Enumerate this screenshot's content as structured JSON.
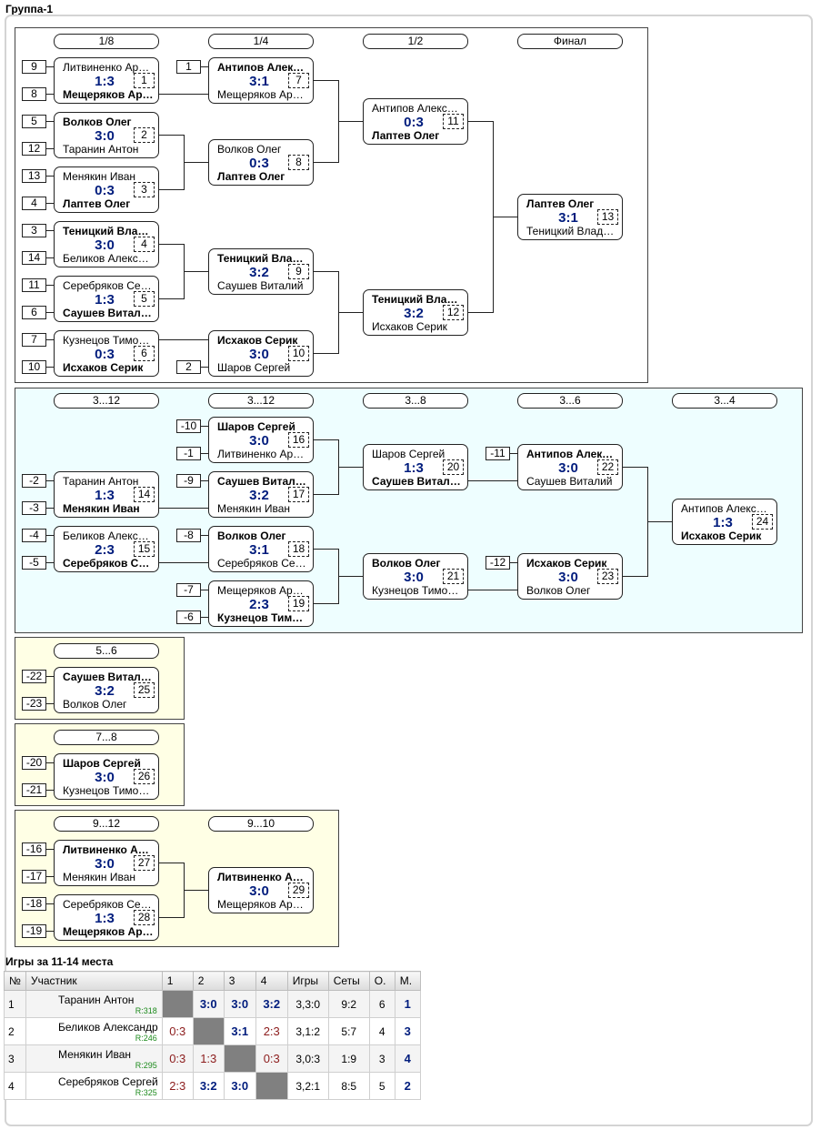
{
  "group_title": "Группа-1",
  "rounds": {
    "r1_8": "1/8",
    "r1_4": "1/4",
    "r1_2": "1/2",
    "final": "Финал",
    "c3_12a": "3...12",
    "c3_12b": "3...12",
    "c3_8": "3...8",
    "c3_6": "3...6",
    "c3_4": "3...4",
    "c5_6": "5...6",
    "c7_8": "7...8",
    "c9_12": "9...12",
    "c9_10": "9...10"
  },
  "seeds": {
    "s9": "9",
    "s8": "8",
    "s5": "5",
    "s12": "12",
    "s13": "13",
    "s4": "4",
    "s3": "3",
    "s14": "14",
    "s11": "11",
    "s6": "6",
    "s7": "7",
    "s10": "10",
    "s1": "1",
    "s2": "2",
    "n10": "-10",
    "n1": "-1",
    "n9": "-9",
    "n2": "-2",
    "n3": "-3",
    "n4": "-4",
    "n5": "-5",
    "n8": "-8",
    "n7": "-7",
    "n6": "-6",
    "n11": "-11",
    "n12": "-12",
    "n22": "-22",
    "n23": "-23",
    "n20": "-20",
    "n21": "-21",
    "n16": "-16",
    "n17": "-17",
    "n18": "-18",
    "n19": "-19"
  },
  "matches": {
    "m1": {
      "p1": "Литвиненко Аркадий",
      "p2": "Мещеряков Аркадий",
      "score": "1:3",
      "num": "1"
    },
    "m2": {
      "p1": "Волков Олег",
      "p2": "Таранин Антон",
      "score": "3:0",
      "num": "2"
    },
    "m3": {
      "p1": "Менякин Иван",
      "p2": "Лаптев Олег",
      "score": "0:3",
      "num": "3"
    },
    "m4": {
      "p1": "Теницкий Владимир",
      "p2": "Беликов Александр",
      "score": "3:0",
      "num": "4"
    },
    "m5": {
      "p1": "Серебряков Сергей",
      "p2": "Саушев Виталий",
      "score": "1:3",
      "num": "5"
    },
    "m6": {
      "p1": "Кузнецов Тимофей",
      "p2": "Исхаков Серик",
      "score": "0:3",
      "num": "6"
    },
    "m7": {
      "p1": "Антипов Александр",
      "p2": "Мещеряков Аркадий",
      "score": "3:1",
      "num": "7"
    },
    "m8": {
      "p1": "Волков Олег",
      "p2": "Лаптев Олег",
      "score": "0:3",
      "num": "8"
    },
    "m9": {
      "p1": "Теницкий Владимир",
      "p2": "Саушев Виталий",
      "score": "3:2",
      "num": "9"
    },
    "m10": {
      "p1": "Исхаков Серик",
      "p2": "Шаров Сергей",
      "score": "3:0",
      "num": "10"
    },
    "m11": {
      "p1": "Антипов Александр",
      "p2": "Лаптев Олег",
      "score": "0:3",
      "num": "11"
    },
    "m12": {
      "p1": "Теницкий Владимир",
      "p2": "Исхаков Серик",
      "score": "3:2",
      "num": "12"
    },
    "m13": {
      "p1": "Лаптев Олег",
      "p2": "Теницкий Владимир",
      "score": "3:1",
      "num": "13"
    },
    "m14": {
      "p1": "Таранин Антон",
      "p2": "Менякин Иван",
      "score": "1:3",
      "num": "14"
    },
    "m15": {
      "p1": "Беликов Александр",
      "p2": "Серебряков Сергей",
      "score": "2:3",
      "num": "15"
    },
    "m16": {
      "p1": "Шаров Сергей",
      "p2": "Литвиненко Аркадий",
      "score": "3:0",
      "num": "16"
    },
    "m17": {
      "p1": "Саушев Виталий",
      "p2": "Менякин Иван",
      "score": "3:2",
      "num": "17"
    },
    "m18": {
      "p1": "Волков Олег",
      "p2": "Серебряков Сергей",
      "score": "3:1",
      "num": "18"
    },
    "m19": {
      "p1": "Мещеряков Аркадий",
      "p2": "Кузнецов Тимофей",
      "score": "2:3",
      "num": "19"
    },
    "m20": {
      "p1": "Шаров Сергей",
      "p2": "Саушев Виталий",
      "score": "1:3",
      "num": "20"
    },
    "m21": {
      "p1": "Волков Олег",
      "p2": "Кузнецов Тимофей",
      "score": "3:0",
      "num": "21"
    },
    "m22": {
      "p1": "Антипов Александр",
      "p2": "Саушев Виталий",
      "score": "3:0",
      "num": "22"
    },
    "m23": {
      "p1": "Исхаков Серик",
      "p2": "Волков Олег",
      "score": "3:0",
      "num": "23"
    },
    "m24": {
      "p1": "Антипов Александр",
      "p2": "Исхаков Серик",
      "score": "1:3",
      "num": "24"
    },
    "m25": {
      "p1": "Саушев Виталий",
      "p2": "Волков Олег",
      "score": "3:2",
      "num": "25"
    },
    "m26": {
      "p1": "Шаров Сергей",
      "p2": "Кузнецов Тимофей",
      "score": "3:0",
      "num": "26"
    },
    "m27": {
      "p1": "Литвиненко Аркадий",
      "p2": "Менякин Иван",
      "score": "3:0",
      "num": "27"
    },
    "m28": {
      "p1": "Серебряков Сергей",
      "p2": "Мещеряков Аркадий",
      "score": "1:3",
      "num": "28"
    },
    "m29": {
      "p1": "Литвиненко Аркадий",
      "p2": "Мещеряков Аркадий",
      "score": "3:0",
      "num": "29"
    }
  },
  "table": {
    "title": "Игры за 11-14 места",
    "headers": [
      "№",
      "Участник",
      "1",
      "2",
      "3",
      "4",
      "Игры",
      "Сеты",
      "О.",
      "М."
    ],
    "rows": [
      {
        "n": "1",
        "name": "Таранин Антон",
        "rating": "R:318",
        "c1": "",
        "c2": "3:0",
        "c3": "3:0",
        "c4": "3:2",
        "games": "3,3:0",
        "sets": "9:2",
        "pts": "6",
        "place": "1"
      },
      {
        "n": "2",
        "name": "Беликов Александр",
        "rating": "R:246",
        "c1": "0:3",
        "c2": "",
        "c3": "3:1",
        "c4": "2:3",
        "games": "3,1:2",
        "sets": "5:7",
        "pts": "4",
        "place": "3"
      },
      {
        "n": "3",
        "name": "Менякин Иван",
        "rating": "R:295",
        "c1": "0:3",
        "c2": "1:3",
        "c3": "",
        "c4": "0:3",
        "games": "3,0:3",
        "sets": "1:9",
        "pts": "3",
        "place": "4"
      },
      {
        "n": "4",
        "name": "Серебряков Сергей",
        "rating": "R:325",
        "c1": "2:3",
        "c2": "3:2",
        "c3": "3:0",
        "c4": "",
        "games": "3,2:1",
        "sets": "8:5",
        "pts": "5",
        "place": "2"
      }
    ]
  }
}
